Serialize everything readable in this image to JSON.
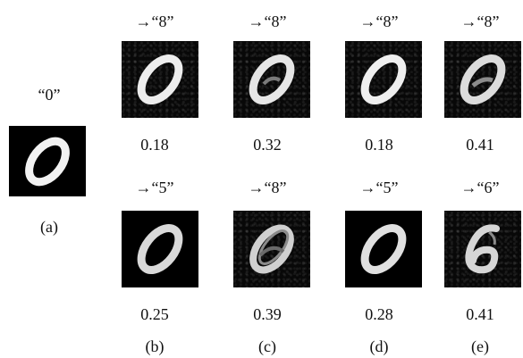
{
  "original": {
    "label": "“0”",
    "caption": "(a)"
  },
  "columns": [
    {
      "caption": "(b)",
      "top": {
        "label": "→“8”",
        "score": "0.18"
      },
      "bottom": {
        "label": "→“5”",
        "score": "0.25"
      }
    },
    {
      "caption": "(c)",
      "top": {
        "label": "→“8”",
        "score": "0.32"
      },
      "bottom": {
        "label": "→“8”",
        "score": "0.39"
      }
    },
    {
      "caption": "(d)",
      "top": {
        "label": "→“8”",
        "score": "0.18"
      },
      "bottom": {
        "label": "→“5”",
        "score": "0.28"
      }
    },
    {
      "caption": "(e)",
      "top": {
        "label": "→“8”",
        "score": "0.41"
      },
      "bottom": {
        "label": "→“6”",
        "score": "0.41"
      }
    }
  ]
}
